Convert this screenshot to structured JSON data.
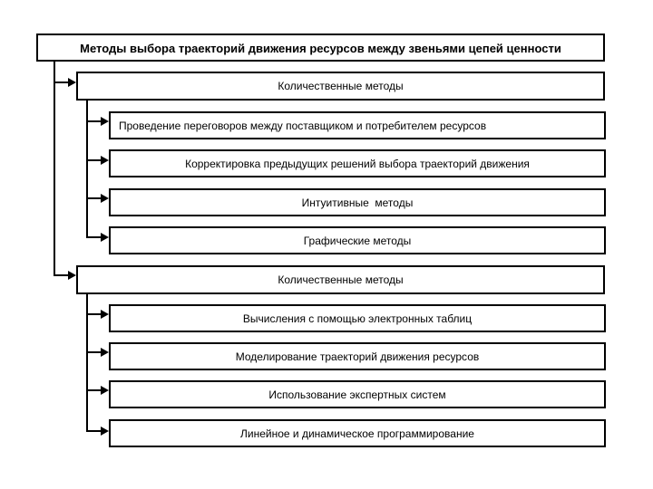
{
  "diagram": {
    "title": "Методы выбора траекторий движения ресурсов между звеньями цепей ценности",
    "colors": {
      "line": "#000000",
      "box_border": "#000000",
      "background": "#ffffff",
      "text": "#000000"
    },
    "groups": [
      {
        "label": "Количественные методы",
        "children": [
          "Проведение переговоров между поставщиком и потребителем ресурсов",
          "Корректировка предыдущих решений выбора траекторий движения",
          "Интуитивные  методы",
          "Графические методы"
        ]
      },
      {
        "label": "Количественные методы",
        "children": [
          "Вычисления с помощью электронных таблиц",
          "Моделирование траекторий движения ресурсов",
          "Использование экспертных систем",
          "Линейное и динамическое программирование"
        ]
      }
    ]
  }
}
